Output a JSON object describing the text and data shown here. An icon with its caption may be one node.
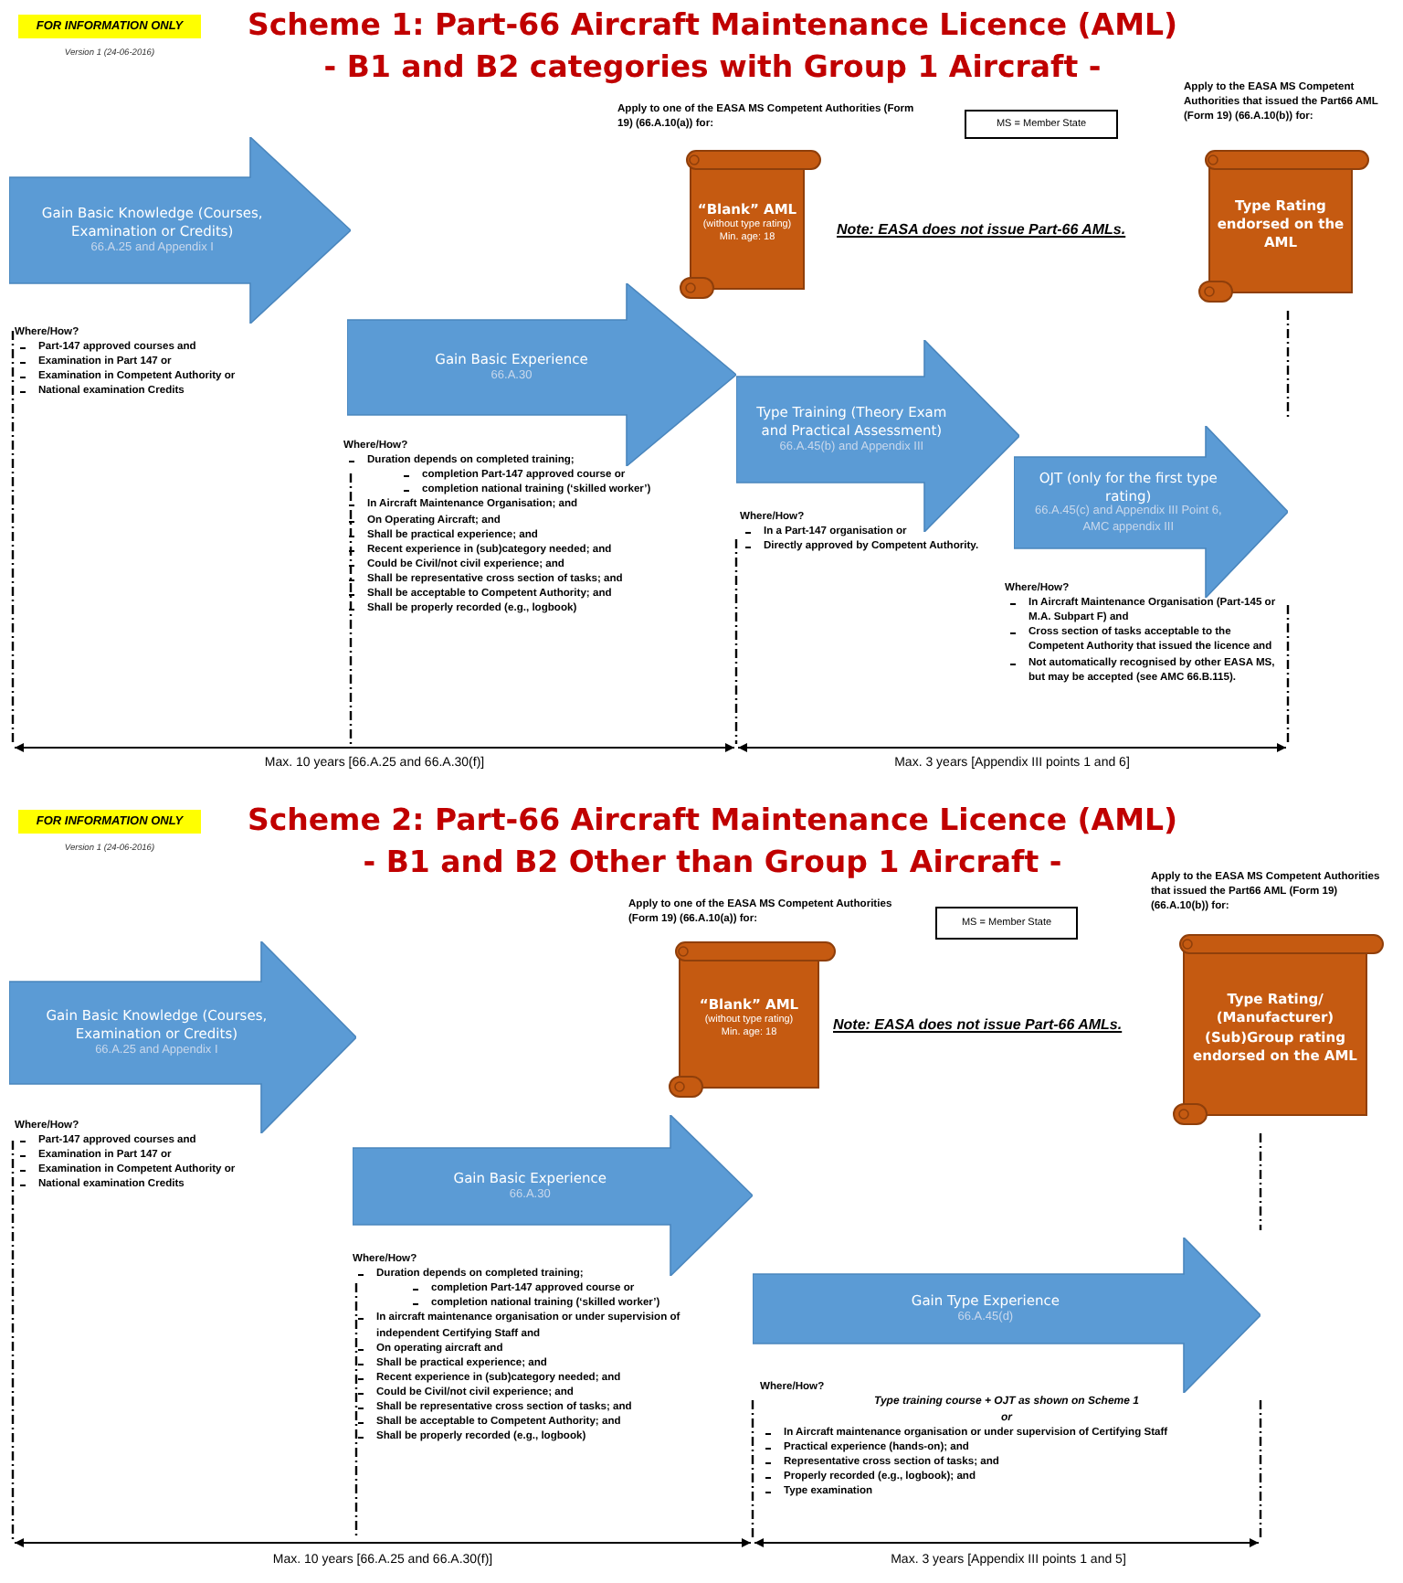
{
  "diagram": {
    "nodes": [
      {
        "text": [
          "Gain Basic Knowledge (Courses, Examination or Credits)",
          "66.A.25 and Appendix I"
        ]
      },
      {
        "text": [
          "“Blank” AML",
          "(without type rating)",
          "Min. age: 18"
        ],
        "beside": [
          "Apply to one of the EASA MS Competent Authorities (Form 19) (66.A.10(a)) for:"
        ]
      },
      {
        "text": [
          "MS = Member State"
        ]
      },
      {
        "text": [
          "Type Rating endorsed on the AML"
        ],
        "beside": [
          "Apply to the EASA MS Competent Authorities that issued the Part66 AML (Form 19) (66.A.10(b)) for:"
        ]
      },
      {
        "text": [
          "Gain Basic Experience",
          "66.A.30"
        ]
      },
      {
        "text": [
          "Type Training (Theory Exam and Practical Assessment)",
          "66.A.45(b) and Appendix III"
        ]
      },
      {
        "text": [
          "OJT (only for the first type rating)",
          "66.A.45(c) and Appendix III Point 6, AMC appendix III"
        ]
      },
      {
        "text": [
          "“Blank” AML",
          "(without type rating)",
          "Min. age: 18"
        ],
        "beside": [
          "Apply to one of the EASA MS Competent Authorities (Form 19) (66.A.10(a)) for:"
        ]
      },
      {
        "text": [
          "MS = Member State"
        ]
      },
      {
        "text": [
          "Type Rating/ (Manufacturer) (Sub)Group rating endorsed on the AML"
        ],
        "beside": [
          "Apply to the EASA MS Competent Authorities that issued the Part66 AML (Form 19) (66.A.10(b)) for:"
        ]
      },
      {
        "text": [
          "Gain Basic Knowledge (Courses, Examination or Credits)",
          "66.A.25 and Appendix I"
        ]
      },
      {
        "text": [
          "Gain Basic Experience",
          "66.A.30"
        ]
      },
      {
        "text": [
          "Gain Type Experience",
          "66.A.45(d)"
        ]
      }
    ],
    "labels": [
      "FOR INFORMATION ONLY",
      "Version 1 (24-06-2016)",
      "Scheme 1: Part-66 Aircraft Maintenance Licence (AML)",
      "- B1 and B2 categories with Group 1 Aircraft -",
      "Note: EASA does not issue Part-66 AMLs.",
      "Where/How?",
      "Part-147 approved courses and",
      "Examination in Part 147 or",
      "Examination in Competent Authority or",
      "National examination Credits",
      "Where/How?",
      "Duration depends on completed training;",
      "completion Part-147 approved course or",
      "completion national training (‘skilled worker’)",
      "In Aircraft Maintenance Organisation; and",
      "On Operating Aircraft; and",
      "Shall be practical experience; and",
      "Recent experience in (sub)category needed; and",
      "Could be Civil/not civil experience; and",
      "Shall be representative cross section of tasks; and",
      "Shall be acceptable to Competent Authority; and",
      "Shall be properly recorded (e.g., logbook)",
      "Where/How?",
      "In a Part-147 organisation or",
      "Directly approved by Competent Authority.",
      "Where/How?",
      "In Aircraft Maintenance Organisation (Part-145 or M.A. Subpart F) and",
      "Cross section of tasks acceptable to the Competent Authority that issued the licence and",
      "Not automatically recognised by other EASA MS, but may be accepted (see AMC 66.B.115).",
      "Max. 10 years [66.A.25 and 66.A.30(f)]",
      "Max. 3 years [Appendix III points 1 and 6]",
      "FOR INFORMATION ONLY",
      "Version 1 (24-06-2016)",
      "Scheme 2: Part-66 Aircraft Maintenance Licence (AML)",
      "- B1 and B2 Other than Group 1 Aircraft -",
      "Note: EASA does not issue Part-66 AMLs.",
      "Where/How?",
      "Part-147 approved courses and",
      "Examination in Part 147 or",
      "Examination in Competent Authority or",
      "National examination Credits",
      "Where/How?",
      "Duration depends on completed training;",
      "completion Part-147 approved course or",
      "completion national training (‘skilled worker’)",
      "In aircraft maintenance organisation or under supervision of independent Certifying Staff and",
      "On operating aircraft and",
      "Shall be practical experience; and",
      "Recent experience in (sub)category needed; and",
      "Could be Civil/not civil experience; and",
      "Shall be representative cross section of tasks; and",
      "Shall be acceptable to Competent Authority; and",
      "Shall be properly recorded (e.g., logbook)",
      "Where/How?",
      "Type training course + OJT as shown on Scheme 1",
      "or",
      "In Aircraft maintenance organisation or under supervision of Certifying Staff",
      "Practical experience (hands-on); and",
      "Representative cross section of tasks; and",
      "Properly recorded (e.g., logbook); and",
      "Type examination",
      "Max. 10 years [66.A.25 and 66.A.30(f)]",
      "Max. 3 years [Appendix III points 1 and 5]"
    ]
  }
}
